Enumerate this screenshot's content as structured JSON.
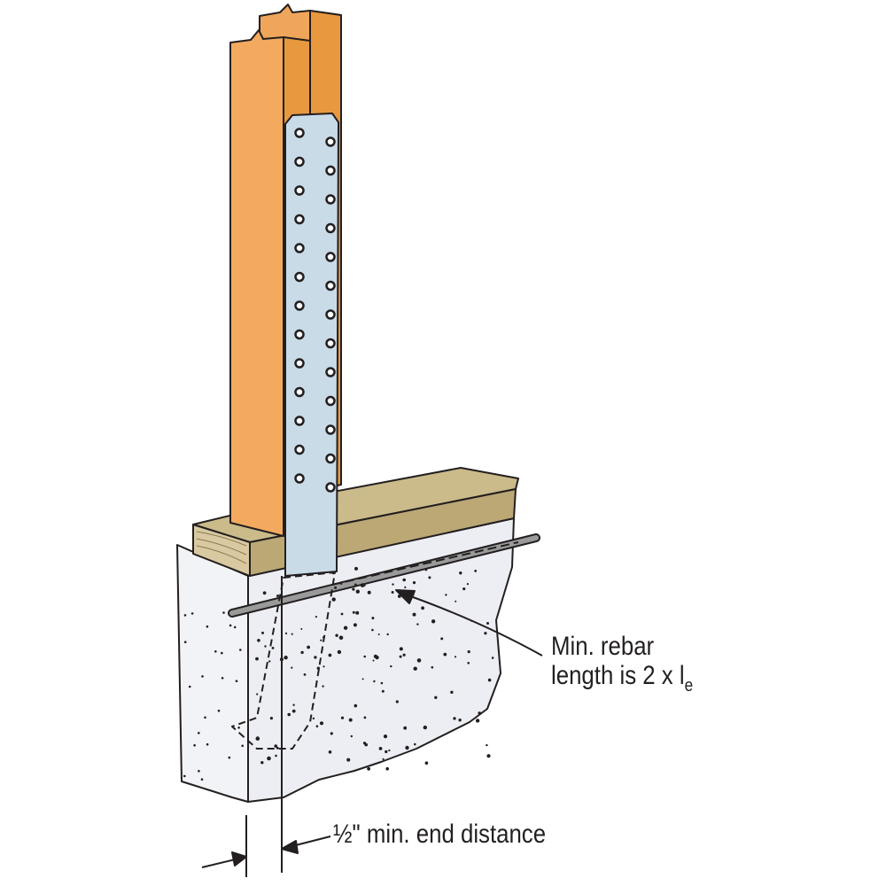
{
  "labels": {
    "rebar_line1": "Min. rebar",
    "rebar_line2": "length is 2 x l",
    "rebar_subscript": "e",
    "end_distance": "½\" min. end distance"
  },
  "colors": {
    "stud_front": "#f0a65a",
    "stud_side": "#e8993f",
    "strap": "#c9dbe8",
    "sill_top": "#c9b98a",
    "sill_side": "#b9a774",
    "concrete": "#eef0f4",
    "rebar": "#8c8c8c",
    "outline": "#231f20"
  }
}
